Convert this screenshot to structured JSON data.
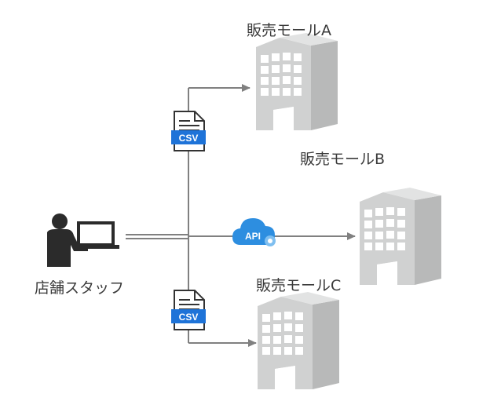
{
  "diagram": {
    "staff_label": "店舗スタッフ",
    "mall_a_label": "販売モールA",
    "mall_b_label": "販売モールB",
    "mall_c_label": "販売モールC",
    "csv_top_label": "CSV",
    "csv_bottom_label": "CSV",
    "api_label": "API"
  },
  "colors": {
    "building": "#d2d3d3",
    "building_side": "#b8b9b9",
    "window": "#ffffff",
    "line": "#808080",
    "person": "#2b2b2b",
    "csv_badge": "#1e73d8",
    "api_cloud": "#2d8ee0",
    "text": "#3a3a3a"
  },
  "icons": [
    "person-at-laptop-icon",
    "building-icon",
    "csv-file-icon",
    "api-cloud-icon"
  ]
}
